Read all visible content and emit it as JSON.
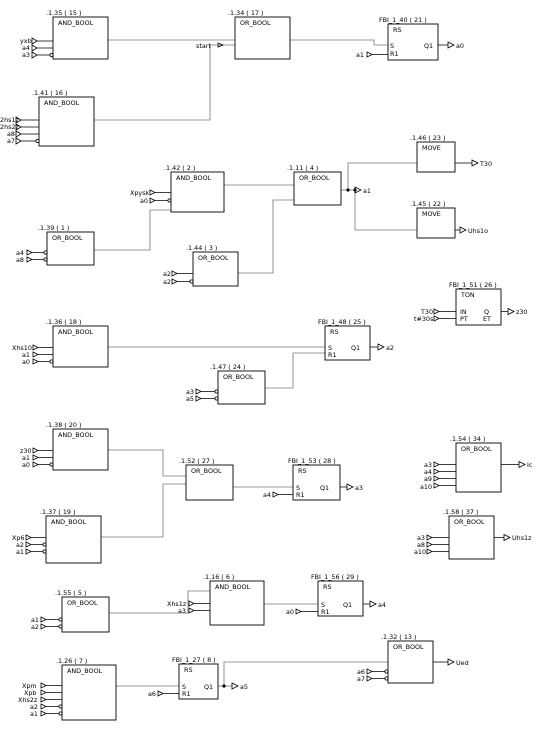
{
  "blocks": {
    "b1": {
      "label": ".1.35 ( 15 )",
      "type": "AND_BOOL",
      "inputs": [
        "yxb",
        "a4",
        "a3"
      ]
    },
    "b2": {
      "label": ".1.41 ( 16 )",
      "type": "AND_BOOL",
      "inputs": [
        "2hs1z",
        "2hs2z",
        "a8",
        "a7"
      ]
    },
    "b3": {
      "label": ".1.34 ( 17 )",
      "type": "OR_BOOL",
      "inputs": [
        "",
        "start"
      ]
    },
    "b4": {
      "label": "FBI_1_40 ( 21 )",
      "type": "RS",
      "inputs": [
        "S",
        "R1"
      ],
      "output": "Q1",
      "r_in": "a1",
      "out": "a0"
    },
    "b5": {
      "label": ".1.42 ( 2 )",
      "type": "AND_BOOL",
      "inputs": [
        "Xpysk",
        "a0"
      ]
    },
    "b6": {
      "label": ".1.39 ( 1 )",
      "type": "OR_BOOL",
      "inputs": [
        "a4",
        "a8"
      ]
    },
    "b7": {
      "label": ".1.44 ( 3 )",
      "type": "OR_BOOL",
      "inputs": [
        "a2",
        "a2"
      ]
    },
    "b8": {
      "label": ".1.11 ( 4 )",
      "type": "OR_BOOL",
      "out": "a1"
    },
    "b9": {
      "label": ".1.46 ( 23 )",
      "type": "MOVE",
      "out": "T30"
    },
    "b10": {
      "label": ".1.45 ( 22 )",
      "type": "MOVE",
      "out": "Uhs1o"
    },
    "b11": {
      "label": "FBI_1_51 ( 26 )",
      "type": "TON",
      "inputs": [
        "IN",
        "PT"
      ],
      "outputs": [
        "Q",
        "ET"
      ],
      "in_vals": [
        "T30",
        "t#30s"
      ],
      "out": "z30"
    },
    "b12": {
      "label": ".1.36 ( 18 )",
      "type": "AND_BOOL",
      "inputs": [
        "Xhs10",
        "a1",
        "a0"
      ]
    },
    "b13": {
      "label": "FBI_1_48 ( 25 )",
      "type": "RS",
      "inputs": [
        "S",
        "R1"
      ],
      "output": "Q1",
      "out": "a2"
    },
    "b14": {
      "label": ".1.47 ( 24 )",
      "type": "OR_BOOL",
      "inputs": [
        "a3",
        "a5"
      ]
    },
    "b15": {
      "label": ".1.38 ( 20 )",
      "type": "AND_BOOL",
      "inputs": [
        "z30",
        "a1",
        "a0"
      ]
    },
    "b16": {
      "label": ".1.52 ( 27 )",
      "type": "OR_BOOL"
    },
    "b17": {
      "label": "FBI_1_53 ( 28 )",
      "type": "RS",
      "inputs": [
        "S",
        "R1"
      ],
      "output": "Q1",
      "r_in": "a4",
      "out": "a3"
    },
    "b18": {
      "label": ".1.54 ( 34 )",
      "type": "OR_BOOL",
      "inputs": [
        "a3",
        "a4",
        "a9",
        "a10"
      ],
      "out": "Ic"
    },
    "b19": {
      "label": ".1.37 ( 19 )",
      "type": "AND_BOOL",
      "inputs": [
        "Xp6",
        "a2",
        "a1"
      ]
    },
    "b20": {
      "label": ".1.58 ( 37 )",
      "type": "OR_BOOL",
      "inputs": [
        "a3",
        "a8",
        "a10"
      ],
      "out": "Uhs1z"
    },
    "b21": {
      "label": ".1.55 ( 5 )",
      "type": "OR_BOOL",
      "inputs": [
        "a1",
        "a2"
      ]
    },
    "b22": {
      "label": ".1.16 ( 6 )",
      "type": "AND_BOOL",
      "inputs": [
        "Xhs1z",
        "a3"
      ]
    },
    "b23": {
      "label": "FBI_1_56 ( 29 )",
      "type": "RS",
      "inputs": [
        "S",
        "R1"
      ],
      "output": "Q1",
      "r_in": "a0",
      "out": "a4"
    },
    "b24": {
      "label": ".1.26 ( 7 )",
      "type": "AND_BOOL",
      "inputs": [
        "Xpm",
        "Xpb",
        "Xhs2z",
        "a2",
        "a1"
      ]
    },
    "b25": {
      "label": "FBI_1_27 ( 8 )",
      "type": "RS",
      "inputs": [
        "S",
        "R1"
      ],
      "output": "Q1",
      "r_in": "a6",
      "out": "a5"
    },
    "b26": {
      "label": ".1.32 ( 13 )",
      "type": "OR_BOOL",
      "inputs": [
        "a6",
        "a7"
      ],
      "out": "Ued"
    }
  }
}
